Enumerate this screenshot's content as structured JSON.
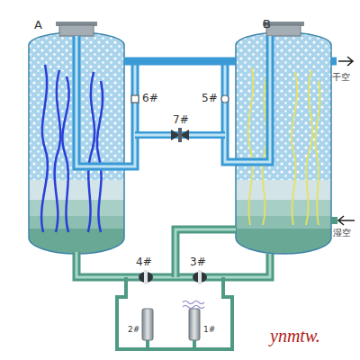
{
  "diagram": {
    "nodes": [
      {
        "text": [
          "A"
        ]
      },
      {
        "text": [
          "B"
        ]
      }
    ],
    "edges": [
      {
        "from": 0,
        "to": 1,
        "arrow": "none"
      }
    ],
    "labels": [
      "6#",
      "5#",
      "7#",
      "4#",
      "3#",
      "2#",
      "1#",
      "干空",
      "湿空",
      "ynmtw."
    ]
  }
}
